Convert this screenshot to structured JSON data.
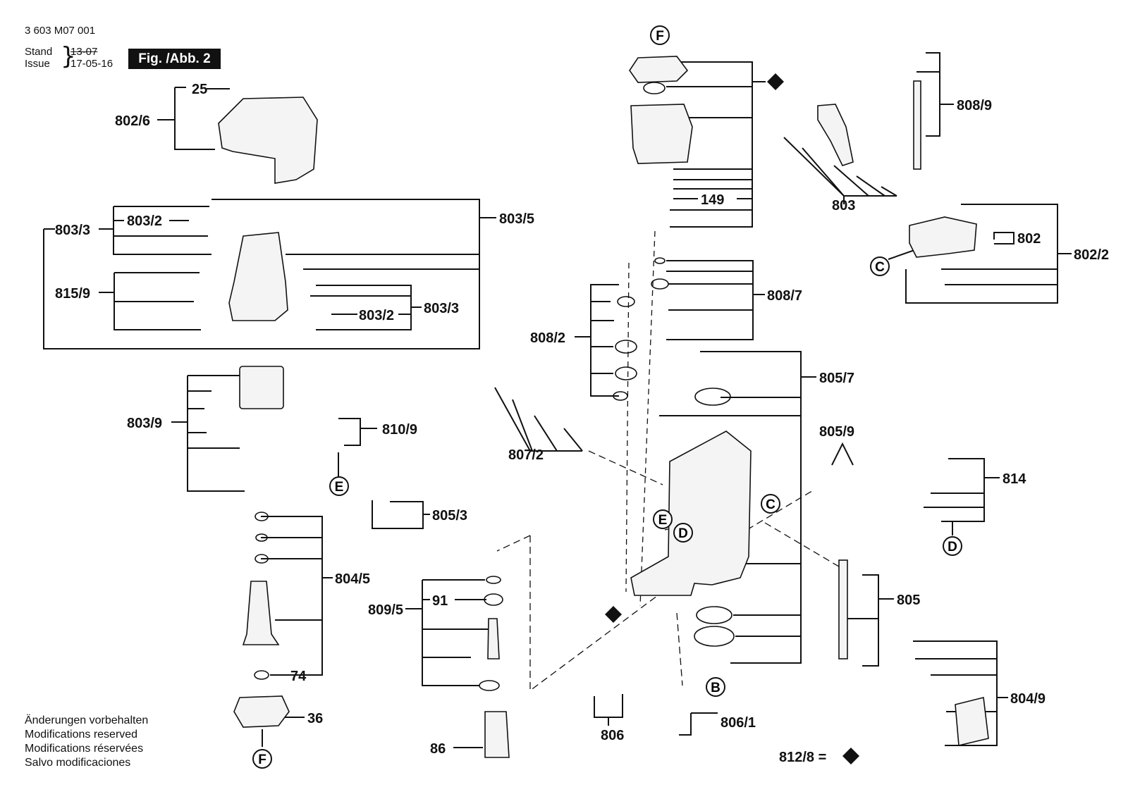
{
  "header": {
    "part_number": "3 603 M07 001",
    "stand_label": "Stand",
    "issue_label": "Issue",
    "old_date": "13-07",
    "new_date": "17-05-16",
    "figure_label": "Fig. /Abb. 2"
  },
  "notes": [
    "Änderungen vorbehalten",
    "Modifications reserved",
    "Modifications réservées",
    "Salvo modificaciones"
  ],
  "legend": {
    "label": "812/8 ="
  },
  "callouts": [
    {
      "id": "25",
      "text": "25"
    },
    {
      "id": "802-6",
      "text": "802/6"
    },
    {
      "id": "803-5",
      "text": "803/5"
    },
    {
      "id": "803-3-a",
      "text": "803/3"
    },
    {
      "id": "803-2-a",
      "text": "803/2"
    },
    {
      "id": "815-9",
      "text": "815/9"
    },
    {
      "id": "803-2-b",
      "text": "803/2"
    },
    {
      "id": "803-3-b",
      "text": "803/3"
    },
    {
      "id": "803-9",
      "text": "803/9"
    },
    {
      "id": "810-9",
      "text": "810/9"
    },
    {
      "id": "805-3",
      "text": "805/3"
    },
    {
      "id": "804-5",
      "text": "804/5"
    },
    {
      "id": "74",
      "text": "74"
    },
    {
      "id": "36",
      "text": "36"
    },
    {
      "id": "91",
      "text": "91"
    },
    {
      "id": "809-5",
      "text": "809/5"
    },
    {
      "id": "86",
      "text": "86"
    },
    {
      "id": "807-2",
      "text": "807/2"
    },
    {
      "id": "808-2",
      "text": "808/2"
    },
    {
      "id": "149",
      "text": "149"
    },
    {
      "id": "808-7",
      "text": "808/7"
    },
    {
      "id": "805-7",
      "text": "805/7"
    },
    {
      "id": "805-9",
      "text": "805/9"
    },
    {
      "id": "808-9",
      "text": "808/9"
    },
    {
      "id": "803",
      "text": "803"
    },
    {
      "id": "802",
      "text": "802"
    },
    {
      "id": "802-2",
      "text": "802/2"
    },
    {
      "id": "814",
      "text": "814"
    },
    {
      "id": "805",
      "text": "805"
    },
    {
      "id": "804-9",
      "text": "804/9"
    },
    {
      "id": "806",
      "text": "806"
    },
    {
      "id": "806-1",
      "text": "806/1"
    }
  ],
  "circle_markers": [
    {
      "id": "F-top",
      "text": "F"
    },
    {
      "id": "F-bottom",
      "text": "F"
    },
    {
      "id": "E-left",
      "text": "E"
    },
    {
      "id": "E-center",
      "text": "E"
    },
    {
      "id": "D-center",
      "text": "D"
    },
    {
      "id": "D-right",
      "text": "D"
    },
    {
      "id": "C-top",
      "text": "C"
    },
    {
      "id": "C-center",
      "text": "C"
    },
    {
      "id": "B",
      "text": "B"
    }
  ]
}
